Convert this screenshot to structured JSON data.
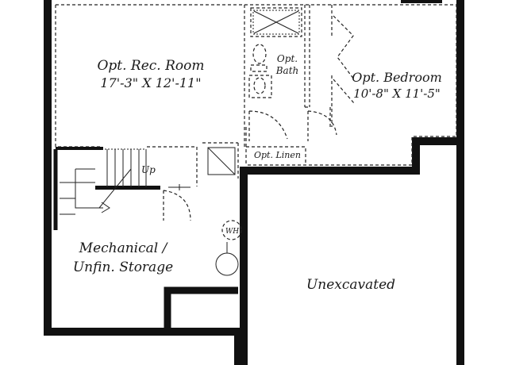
{
  "plan": {
    "rooms": {
      "rec_room": {
        "name": "Opt. Rec. Room",
        "dims": "17'-3\" X 12'-11\""
      },
      "bedroom": {
        "name": "Opt. Bedroom",
        "dims": "10'-8\" X 11'-5\""
      },
      "bath": {
        "line1": "Opt.",
        "line2": "Bath"
      },
      "linen": {
        "name": "Opt. Linen"
      },
      "mechanical": {
        "line1": "Mechanical /",
        "line2": "Unfin. Storage"
      },
      "unexcavated": {
        "name": "Unexcavated"
      }
    },
    "stairs": {
      "direction": "Up"
    },
    "fixtures": {
      "water_heater": "WH"
    },
    "colors": {
      "wall": "#111111",
      "dashed": "#222222",
      "background": "#ffffff"
    }
  }
}
